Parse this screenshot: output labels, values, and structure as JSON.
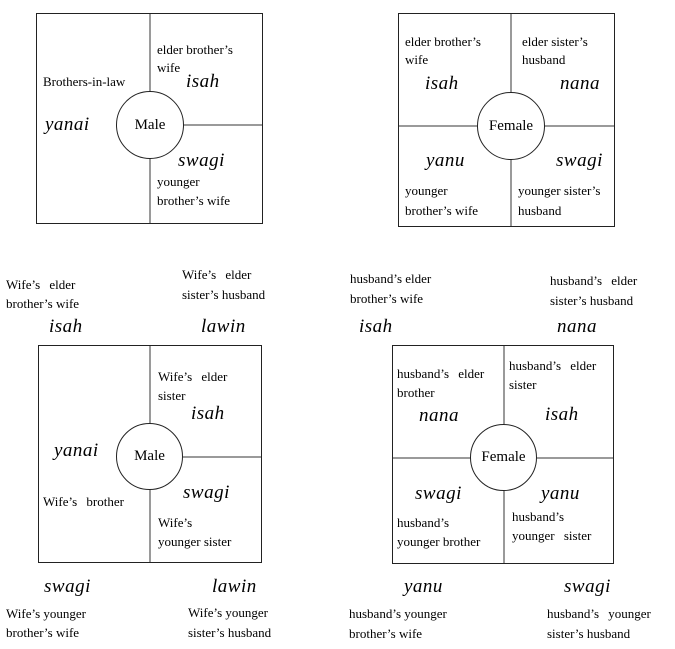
{
  "diagrams": [
    {
      "center": "Male",
      "labels": {
        "elder_left": "elder brother’s",
        "elder_right": "wife",
        "side": "Brothers-in-law",
        "younger_left": "younger",
        "younger_right": "brother’s wife"
      },
      "words": {
        "yanai": "yanai",
        "isah": "isah",
        "swagi": "swagi"
      }
    },
    {
      "center": "Female",
      "labels": {
        "tl_1": "elder brother’s",
        "tl_2": "wife",
        "tr_1": "elder sister’s",
        "tr_2": "husband",
        "bl_1": "younger",
        "bl_2": "brother’s wife",
        "br_1": "younger sister’s",
        "br_2": "husband"
      },
      "words": {
        "isah": "isah",
        "nana": "nana",
        "yanu": "yanu",
        "swagi": "swagi"
      }
    },
    {
      "center": "Male",
      "outer": {
        "tl_1": "Wife’s elder",
        "tl_2": "brother’s wife",
        "tl_word": "isah",
        "tr_1": "Wife’s elder",
        "tr_2": "sister’s husband",
        "tr_word": "lawin",
        "bl_word": "swagi",
        "bl_1": "Wife’s younger",
        "bl_2": "brother’s wife",
        "br_word": "lawin",
        "br_1": "Wife’s younger",
        "br_2": "sister’s husband"
      },
      "inner": {
        "tr_1": "Wife’s elder",
        "tr_2": "sister",
        "tr_word": "isah",
        "left_word": "yanai",
        "left_label": "Wife’s brother",
        "br_word": "swagi",
        "br_1": "Wife’s",
        "br_2": "younger sister"
      }
    },
    {
      "center": "Female",
      "outer": {
        "tl_1": "husband’s elder",
        "tl_2": "brother’s wife",
        "tl_word": "isah",
        "tr_1": "husband’s elder",
        "tr_2": "sister’s husband",
        "tr_word": "nana",
        "bl_word": "yanu",
        "bl_1": "husband’s younger",
        "bl_2": "brother’s wife",
        "br_word": "swagi",
        "br_1": "husband’s younger",
        "br_2": "sister’s husband"
      },
      "inner": {
        "tl_1": "husband’s elder",
        "tl_2": "brother",
        "tl_word": "nana",
        "tr_1": "husband’s elder",
        "tr_2": "sister",
        "tr_word": "isah",
        "bl_word": "swagi",
        "bl_1": "husband’s",
        "bl_2": "younger brother",
        "br_word": "yanu",
        "br_1": "husband’s",
        "br_2": "younger sister"
      }
    }
  ]
}
